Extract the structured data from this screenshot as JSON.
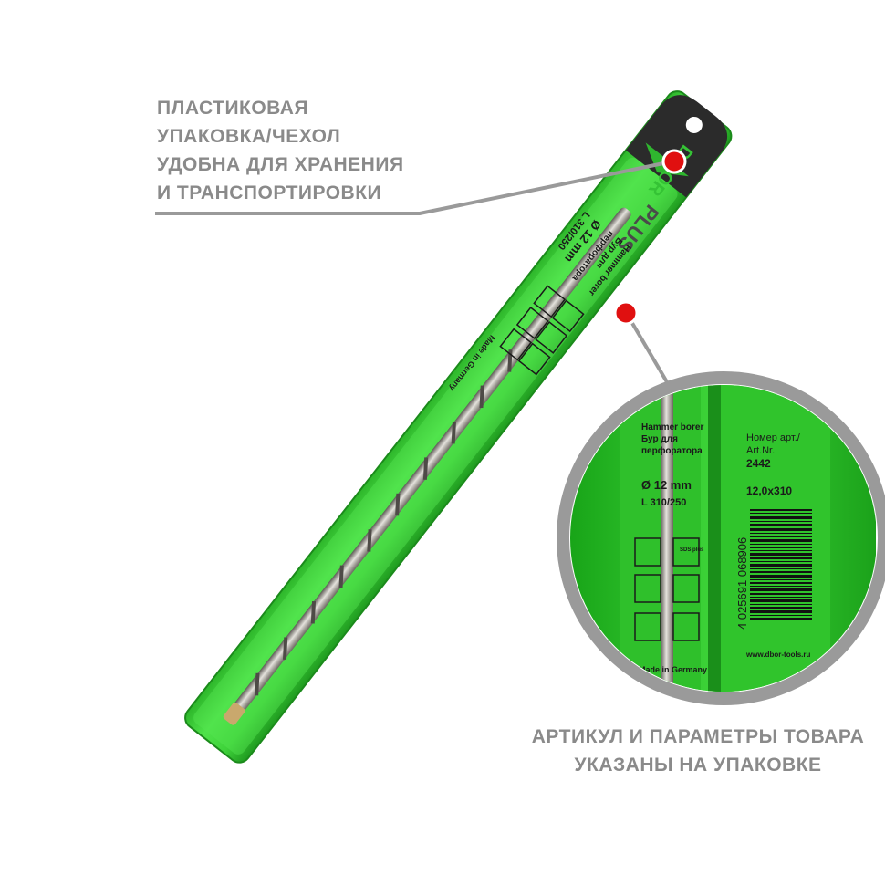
{
  "callouts": {
    "top": "ПЛАСТИКОВАЯ\nУПАКОВКА/ЧЕХОЛ\nУДОБНА ДЛЯ ХРАНЕНИЯ\nИ ТРАНСПОРТИРОВКИ",
    "bottom": "АРТИКУЛ И ПАРАМЕТРЫ ТОВАРА\nУКАЗАНЫ НА УПАКОВКЕ"
  },
  "package": {
    "brand": "D.BOR",
    "series": "PLUS",
    "type_en": "Hammer borer",
    "type_ru_1": "Бур для",
    "type_ru_2": "перфоратора",
    "diameter": "Ø 12 mm",
    "length": "L 310/250",
    "origin": "Made in Germany"
  },
  "zoom": {
    "type_en": "Hammer borer",
    "type_ru_1": "Бур для",
    "type_ru_2": "перфоратора",
    "diameter": "Ø 12 mm",
    "length": "L 310/250",
    "origin": "Made in Germany",
    "art_label_1": "Номер арт./",
    "art_label_2": "Art.Nr.",
    "art_number": "2442",
    "size": "12,0x310",
    "barcode": "4 025691 068906",
    "website": "www.dbor-tools.ru",
    "sds": "SDS plus"
  },
  "colors": {
    "pack_green": "#3fd43a",
    "pack_dark_green": "#1f9c1f",
    "marker_red": "#e01010",
    "callout_gray": "#8a8a8a"
  }
}
